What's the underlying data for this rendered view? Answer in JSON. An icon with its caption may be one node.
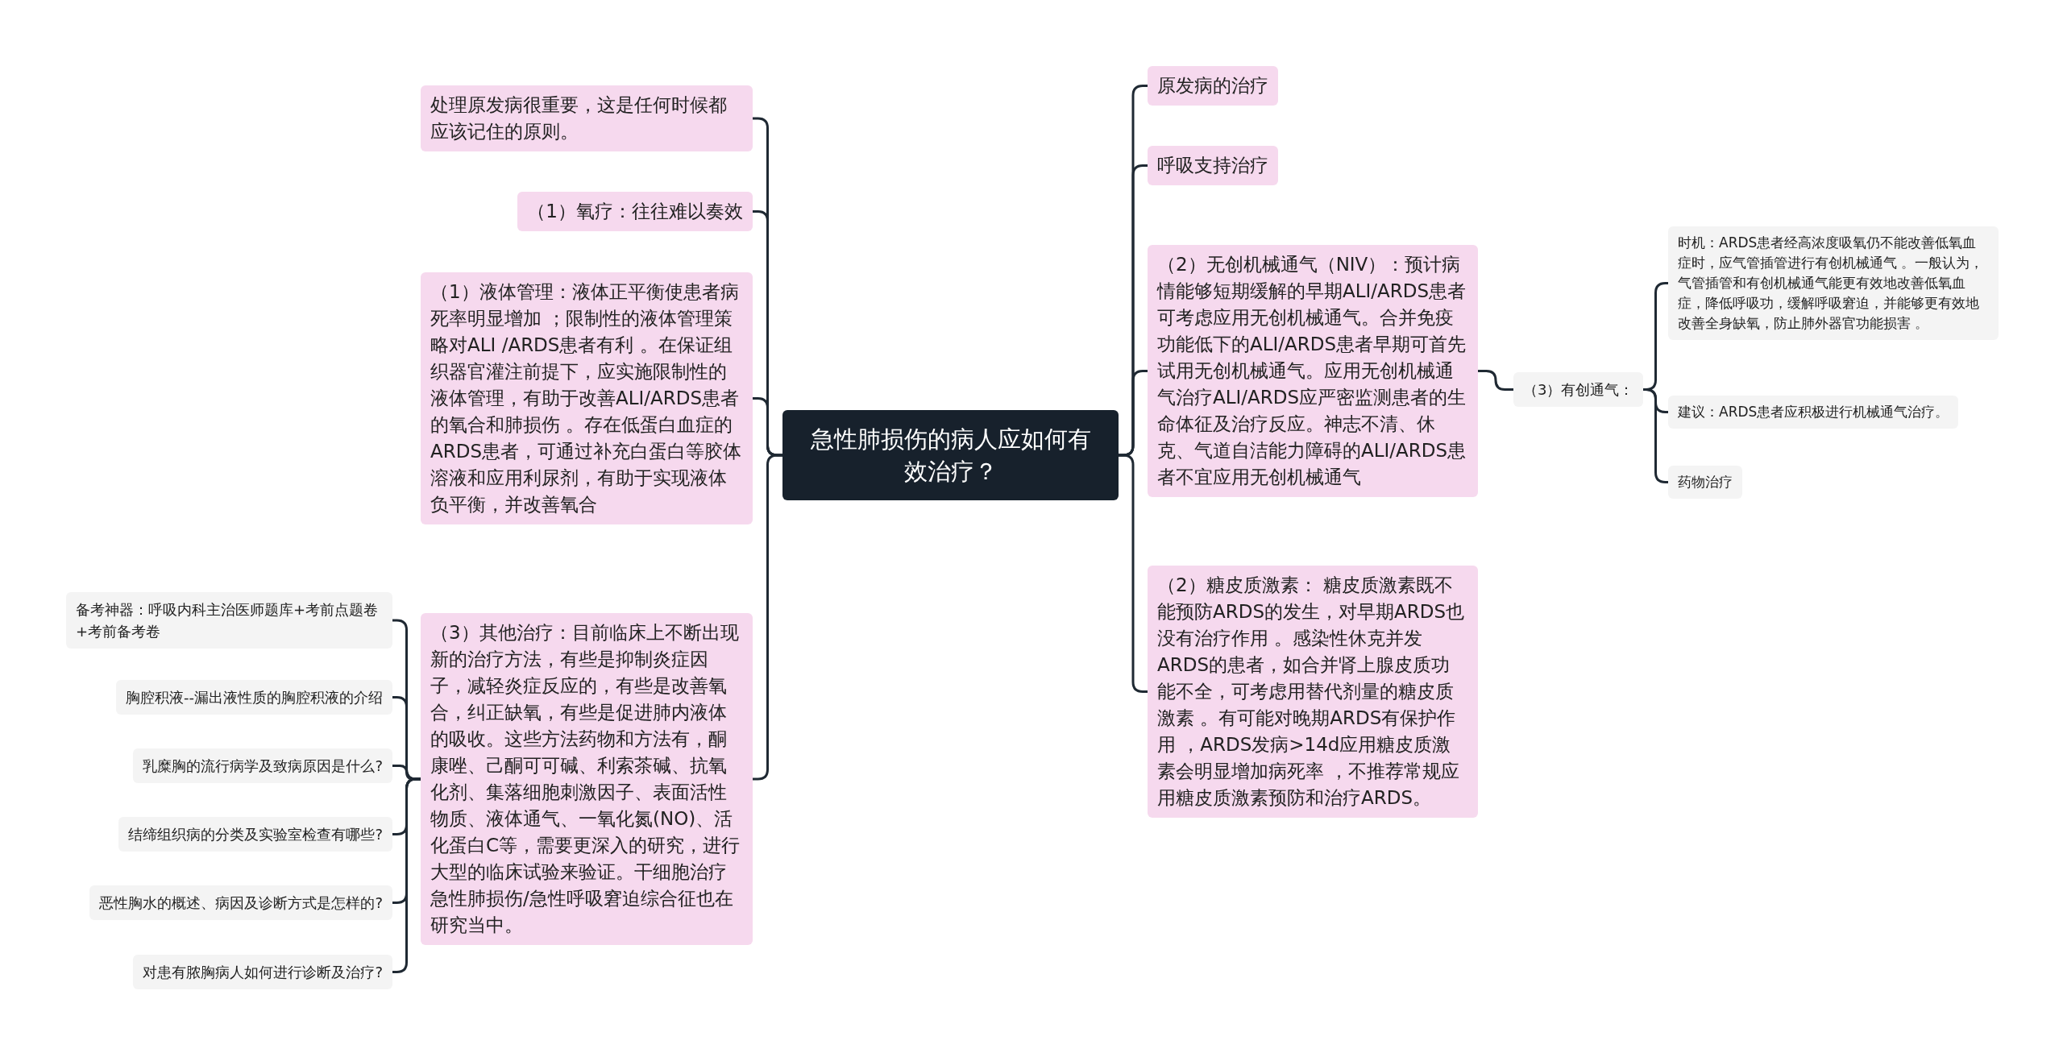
{
  "diagram": {
    "nodes": [
      {
        "text": [
          "急性肺损伤的病人应如何有效治疗？"
        ]
      },
      {
        "text": [
          "处理原发病很重要，这是任何时候都应该记住的原则。"
        ]
      },
      {
        "text": [
          "（1）氧疗：往往难以奏效"
        ]
      },
      {
        "text": [
          "（1）液体管理：液体正平衡使患者病死率明显增加 ；限制性的液体管理策略对ALI /ARDS患者有利 。在保证组织器官灌注前提下，应实施限制性的液体管理，有助于改善ALI/ARDS患者的氧合和肺损伤 。存在低蛋白血症的ARDS患者，可通过补充白蛋白等胶体溶液和应用利尿剂，有助于实现液体负平衡，并改善氧合"
        ]
      },
      {
        "text": [
          "（3）其他治疗：目前临床上不断出现新的治疗方法，有些是抑制炎症因子，减轻炎症反应的，有些是改善氧合，纠正缺氧，有些是促进肺内液体的吸收。这些方法药物和方法有，酮康唑、己酮可可碱、利索茶碱、抗氧化剂、集落细胞刺激因子、表面活性物质、液体通气、一氧化氮(NO)、活化蛋白C等，需要更深入的研究，进行大型的临床试验来验证。干细胞治疗急性肺损伤/急性呼吸窘迫综合征也在研究当中。"
        ]
      },
      {
        "text": [
          "备考神器：呼吸内科主治医师题库+考前点题卷+考前备考卷"
        ]
      },
      {
        "text": [
          "胸腔积液--漏出液性质的胸腔积液的介绍"
        ]
      },
      {
        "text": [
          "乳糜胸的流行病学及致病原因是什么?"
        ]
      },
      {
        "text": [
          "结缔组织病的分类及实验室检查有哪些?"
        ]
      },
      {
        "text": [
          "恶性胸水的概述、病因及诊断方式是怎样的?"
        ]
      },
      {
        "text": [
          "对患有脓胸病人如何进行诊断及治疗?"
        ]
      },
      {
        "text": [
          "原发病的治疗"
        ]
      },
      {
        "text": [
          "呼吸支持治疗"
        ]
      },
      {
        "text": [
          "（2）无创机械通气（NIV）：预计病情能够短期缓解的早期ALI/ARDS患者可考虑应用无创机械通气。合并免疫功能低下的ALI/ARDS患者早期可首先试用无创机械通气。应用无创机械通气治疗ALI/ARDS应严密监测患者的生命体征及治疗反应。神志不清、休克、气道自洁能力障碍的ALI/ARDS患者不宜应用无创机械通气"
        ]
      },
      {
        "text": [
          "（2）糖皮质激素： 糖皮质激素既不能预防ARDS的发生，对早期ARDS也没有治疗作用 。感染性休克并发ARDS的患者，如合并肾上腺皮质功能不全，可考虑用替代剂量的糖皮质激素 。有可能对晚期ARDS有保护作用 ，ARDS发病>14d应用糖皮质激素会明显增加病死率 ，不推荐常规应用糖皮质激素预防和治疗ARDS。"
        ]
      },
      {
        "text": [
          "（3）有创通气："
        ]
      },
      {
        "text": [
          "时机：ARDS患者经高浓度吸氧仍不能改善低氧血症时，应气管插管进行有创机械通气 。一般认为，气管插管和有创机械通气能更有效地改善低氧血症，降低呼吸功，缓解呼吸窘迫，并能够更有效地改善全身缺氧，防止肺外器官功能损害 。"
        ]
      },
      {
        "text": [
          "建议：ARDS患者应积极进行机械通气治疗。"
        ]
      },
      {
        "text": [
          "药物治疗"
        ]
      }
    ],
    "edges": [
      {
        "from": 0,
        "to": 1,
        "arrow": "none"
      },
      {
        "from": 0,
        "to": 2,
        "arrow": "none"
      },
      {
        "from": 0,
        "to": 3,
        "arrow": "none"
      },
      {
        "from": 0,
        "to": 4,
        "arrow": "none"
      },
      {
        "from": 4,
        "to": 5,
        "arrow": "none"
      },
      {
        "from": 4,
        "to": 6,
        "arrow": "none"
      },
      {
        "from": 4,
        "to": 7,
        "arrow": "none"
      },
      {
        "from": 4,
        "to": 8,
        "arrow": "none"
      },
      {
        "from": 4,
        "to": 9,
        "arrow": "none"
      },
      {
        "from": 4,
        "to": 10,
        "arrow": "none"
      },
      {
        "from": 0,
        "to": 11,
        "arrow": "none"
      },
      {
        "from": 0,
        "to": 12,
        "arrow": "none"
      },
      {
        "from": 0,
        "to": 13,
        "arrow": "none"
      },
      {
        "from": 0,
        "to": 14,
        "arrow": "none"
      },
      {
        "from": 13,
        "to": 15,
        "arrow": "none"
      },
      {
        "from": 15,
        "to": 16,
        "arrow": "none"
      },
      {
        "from": 15,
        "to": 17,
        "arrow": "none"
      },
      {
        "from": 15,
        "to": 18,
        "arrow": "none"
      }
    ]
  }
}
